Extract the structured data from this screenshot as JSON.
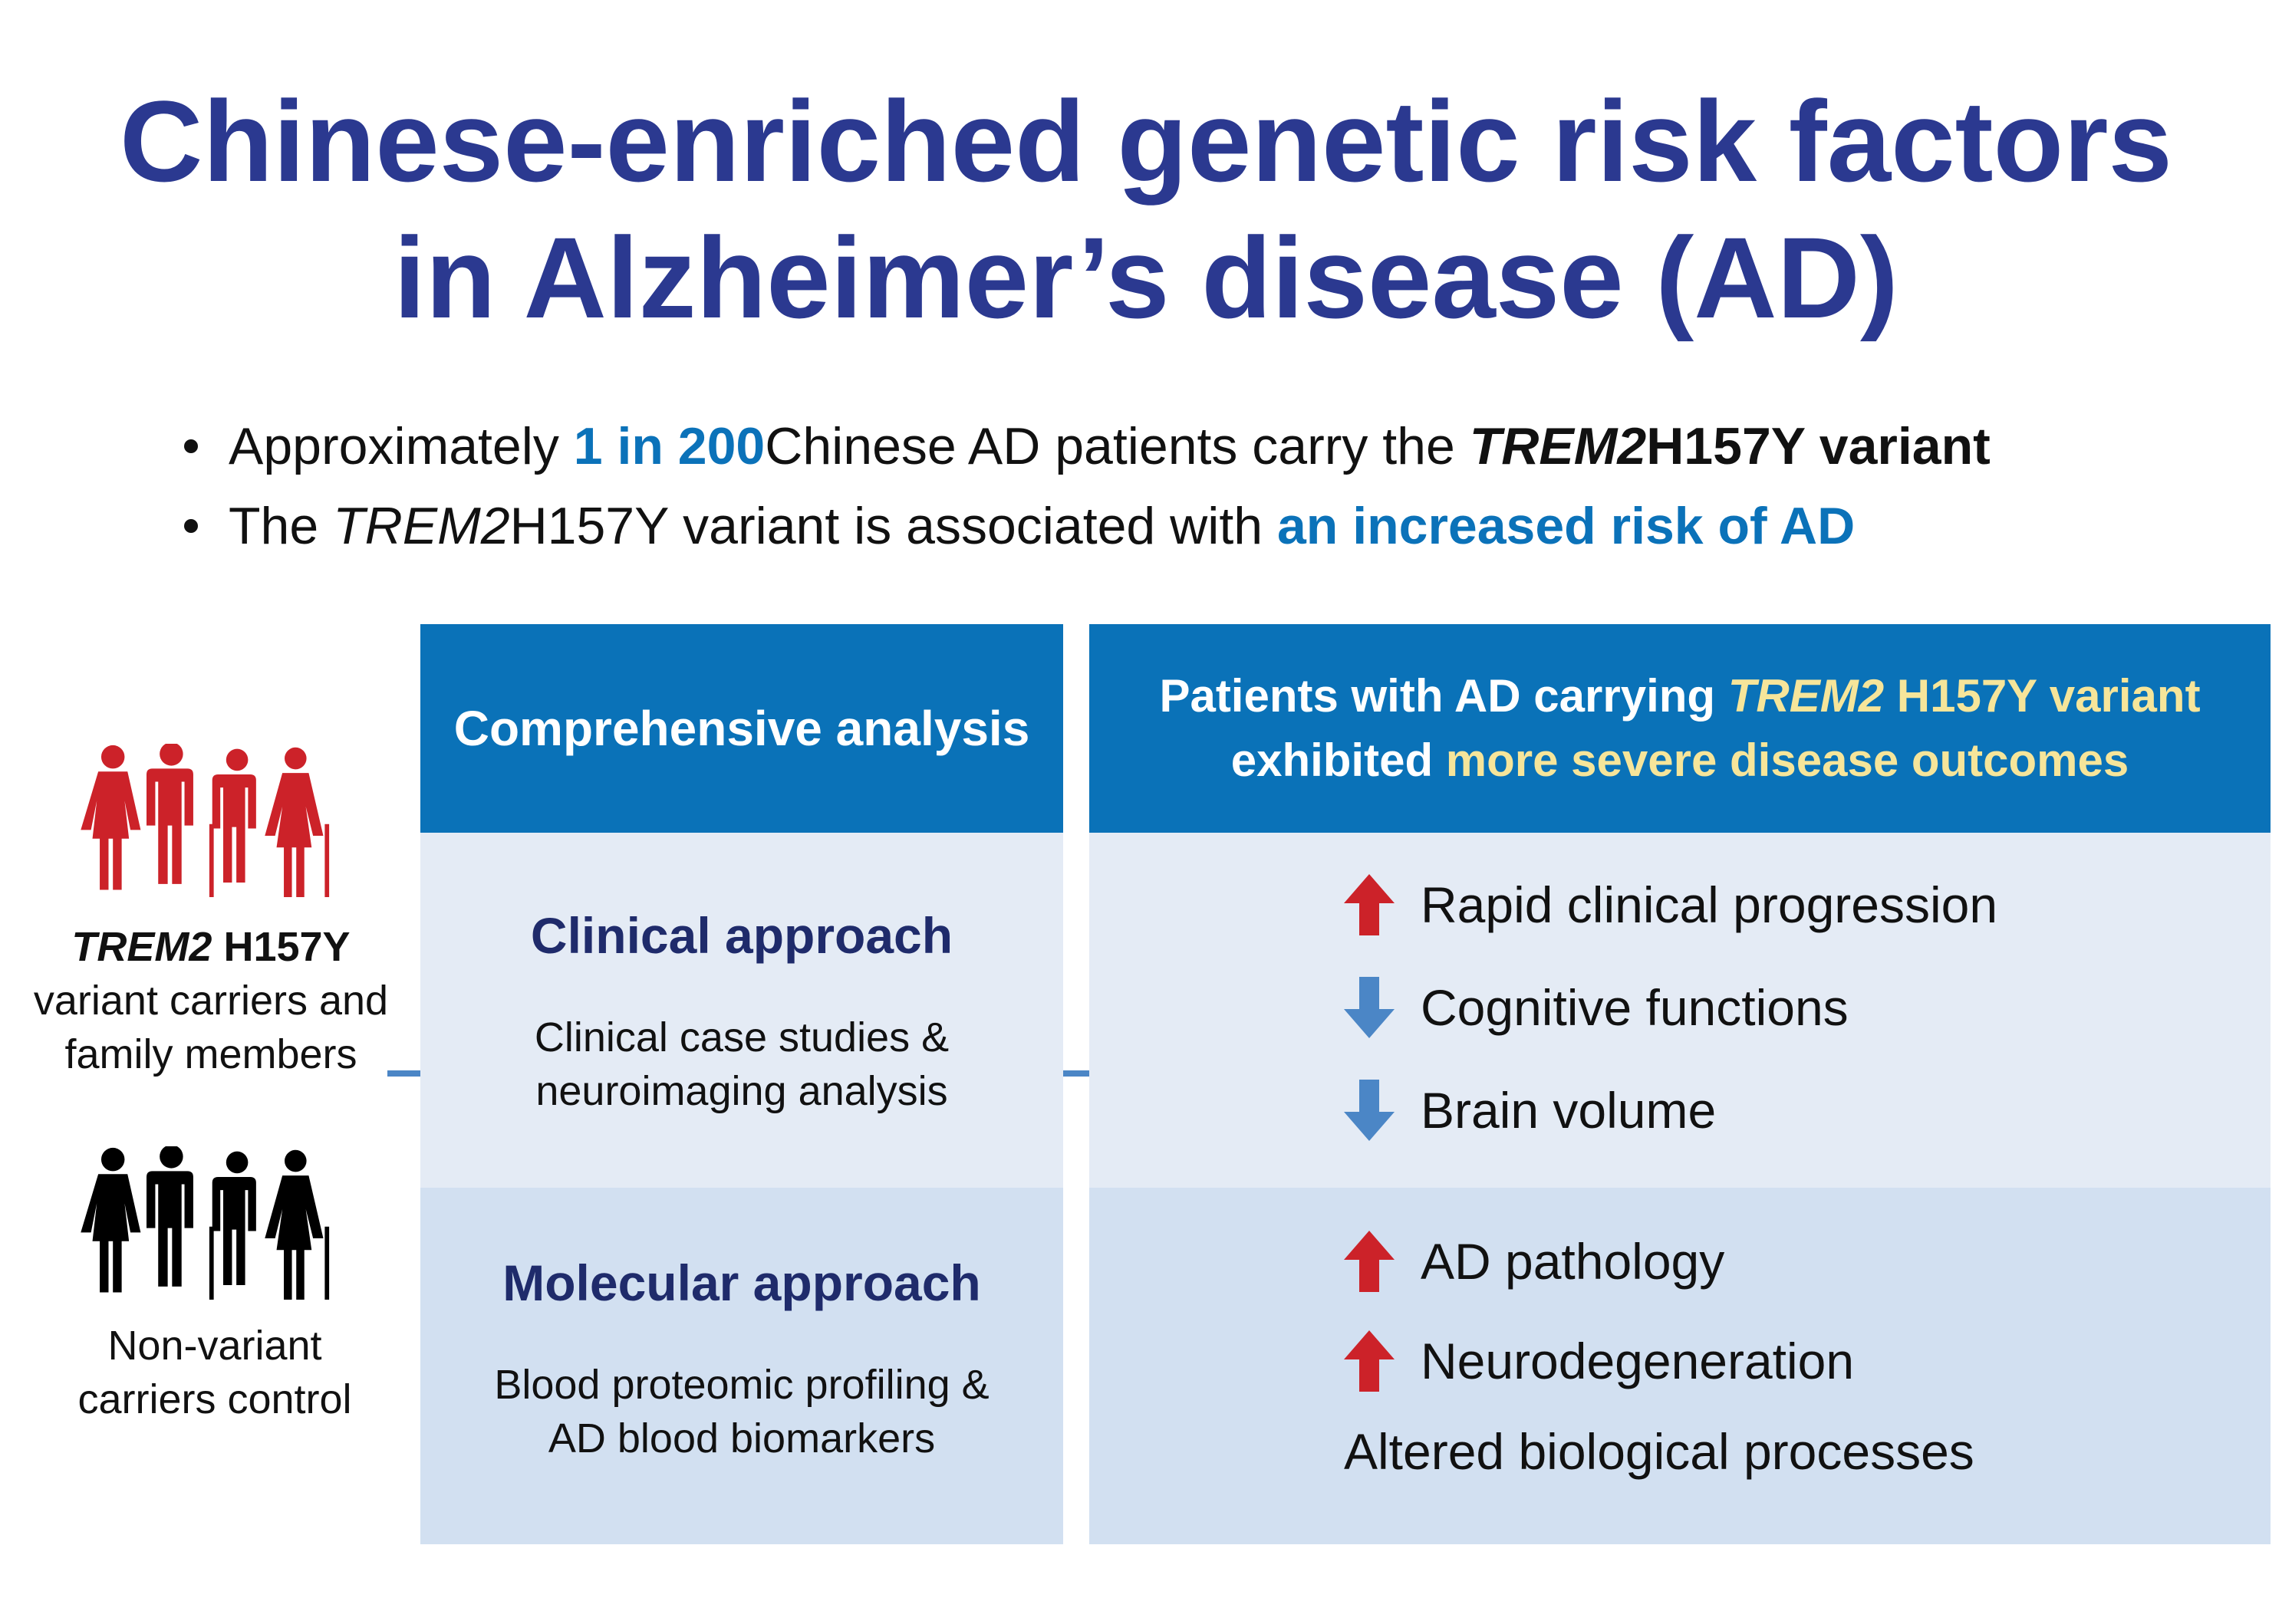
{
  "title": {
    "line1": "Chinese-enriched genetic risk factors",
    "line2": "in Alzheimer’s disease (AD)"
  },
  "bullets": [
    {
      "pre": "Approximately ",
      "highlight": "1 in 200",
      "mid": " Chinese AD patients carry the ",
      "gene": "TREM2",
      "post": " H157Y variant"
    },
    {
      "pre": "The ",
      "gene": "TREM2",
      "mid": " H157Y variant is associated with ",
      "highlight": "an increased risk of AD"
    }
  ],
  "groups": {
    "carriers": {
      "gene": "TREM2",
      "line1_rest": " H157Y",
      "line2": "variant carriers and",
      "line3": "family members",
      "color": "#cc2229"
    },
    "controls": {
      "line1": "Non-variant",
      "line2": "carriers control",
      "color": "#000000"
    }
  },
  "analysis": {
    "header": "Comprehensive analysis",
    "clinical": {
      "title": "Clinical approach",
      "desc1": "Clinical case studies &",
      "desc2": "neuroimaging analysis"
    },
    "molecular": {
      "title": "Molecular approach",
      "desc1": "Blood proteomic profiling &",
      "desc2": "AD blood biomarkers"
    }
  },
  "outcomes": {
    "header": {
      "line1_pre": "Patients with AD carrying ",
      "gene": "TREM2",
      "line1_post": " H157Y variant",
      "line2_pre": "exhibited ",
      "line2_highlight": "more severe disease outcomes"
    },
    "clinical_items": [
      {
        "icon": "up-arrow-icon",
        "label": "Rapid clinical progression"
      },
      {
        "icon": "down-arrow-icon",
        "label": "Cognitive functions"
      },
      {
        "icon": "down-arrow-icon",
        "label": "Brain volume"
      }
    ],
    "molecular_items": [
      {
        "icon": "up-arrow-icon",
        "label": "AD pathology"
      },
      {
        "icon": "up-arrow-icon",
        "label": "Neurodegeneration"
      },
      {
        "icon": "",
        "label": "Altered biological processes"
      }
    ]
  },
  "colors": {
    "title": "#2b3990",
    "highlight_blue": "#0b72b9",
    "header_bg": "#0a72b8",
    "header_highlight": "#f6e59a",
    "row1_bg": "#e4ebf5",
    "row2_bg": "#d2e0f1",
    "up_arrow": "#cc2229",
    "down_arrow": "#4b86c6",
    "flow_arrow": "#4b86c6"
  }
}
